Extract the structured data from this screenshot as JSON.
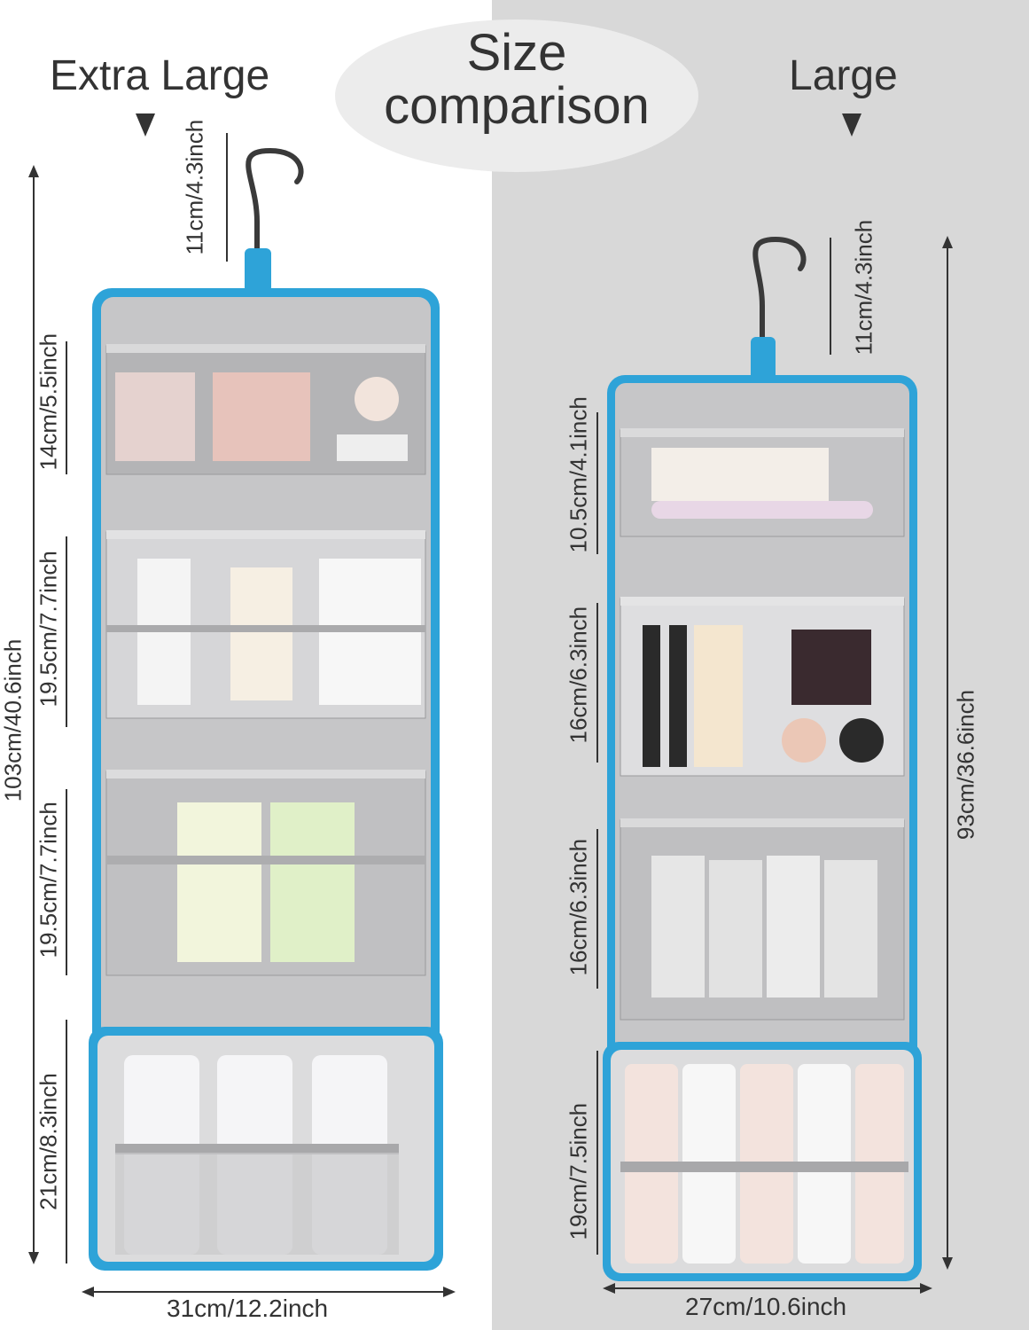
{
  "title": {
    "line1": "Size",
    "line2": "comparison"
  },
  "colors": {
    "bag_trim": "#2ea3d8",
    "bag_lining": "#c6c6c8",
    "background_right": "#d8d8d8"
  },
  "left": {
    "label": "Extra Large",
    "hook_height": "11cm/4.3inch",
    "total_height": "103cm/40.6inch",
    "sections": [
      "14cm/5.5inch",
      "19.5cm/7.7inch",
      "19.5cm/7.7inch",
      "21cm/8.3inch"
    ],
    "width": "31cm/12.2inch"
  },
  "right": {
    "label": "Large",
    "hook_height": "11cm/4.3inch",
    "total_height": "93cm/36.6inch",
    "sections": [
      "10.5cm/4.1inch",
      "16cm/6.3inch",
      "16cm/6.3inch",
      "19cm/7.5inch"
    ],
    "width": "27cm/10.6inch"
  }
}
